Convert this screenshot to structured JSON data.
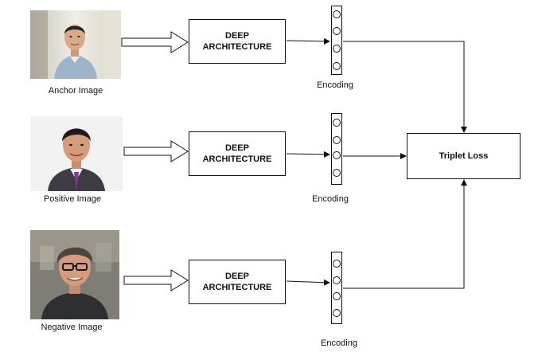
{
  "rows": [
    {
      "image_caption": "Anchor Image",
      "architecture_line1": "DEEP",
      "architecture_line2": "ARCHITECTURE",
      "encoding_label": "Encoding"
    },
    {
      "image_caption": "Positive Image",
      "architecture_line1": "DEEP",
      "architecture_line2": "ARCHITECTURE",
      "encoding_label": "Encoding"
    },
    {
      "image_caption": "Negative Image",
      "architecture_line1": "DEEP",
      "architecture_line2": "ARCHITECTURE",
      "encoding_label": "Encoding"
    }
  ],
  "loss": {
    "label": "Triplet Loss"
  },
  "colors": {
    "line": "#111111",
    "background": "#ffffff"
  }
}
